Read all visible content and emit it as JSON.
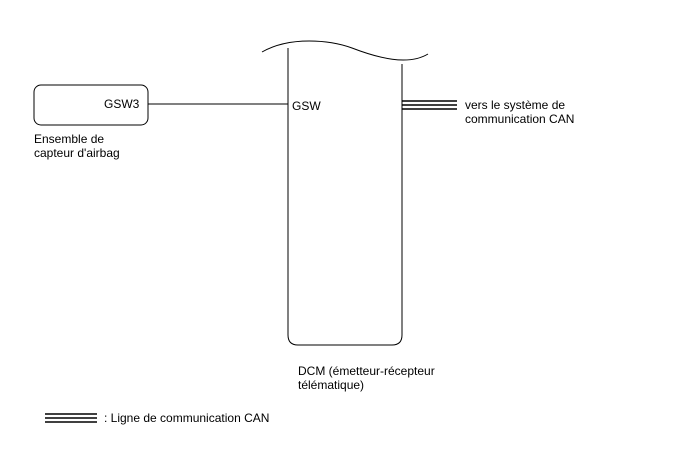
{
  "diagram": {
    "airbag_connector": "GSW3",
    "airbag_unit_name_line1": "Ensemble de",
    "airbag_unit_name_line2": "capteur d'airbag",
    "dcm_connector": "GSW",
    "can_destination_line1": "vers le système de",
    "can_destination_line2": "communication CAN",
    "dcm_name_line1": "DCM (émetteur-récepteur",
    "dcm_name_line2": "télématique)"
  },
  "legend": {
    "can_line_label": ": Ligne de communication CAN"
  },
  "colors": {
    "line": "#000000",
    "background": "#ffffff"
  }
}
